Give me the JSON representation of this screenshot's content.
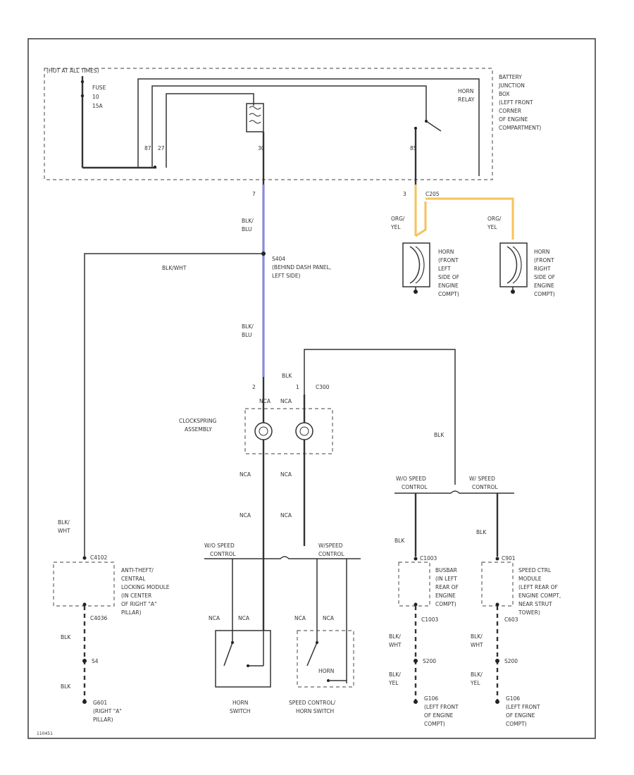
{
  "colors": {
    "frame": "#333333",
    "wire": "#333333",
    "wire_blu": "#8a8ad6",
    "wire_yel": "#f6c25a"
  },
  "labels": {
    "hot_at_all_times": "(HOT AT ALL TIMES)",
    "fuse": [
      "FUSE",
      "10",
      "15A"
    ],
    "horn_relay": [
      "HORN",
      "RELAY"
    ],
    "battery_junction_box": [
      "BATTERY",
      "JUNCTION",
      "BOX",
      "(LEFT FRONT",
      "CORNER",
      "OF ENGINE",
      "COMPARTMENT)"
    ],
    "relay_pin_a": "87",
    "relay_pin_b": "27",
    "relay_pin_c": "30",
    "relay_pin_d": "85",
    "pin_7": "7",
    "pin_3": "3",
    "conn_c205": "C205",
    "wire_blk_blu_1": [
      "BLK/",
      "BLU"
    ],
    "wire_ong_yel_left": [
      "ORG/",
      "YEL"
    ],
    "wire_ong_yel_right": [
      "ORG/",
      "YEL"
    ],
    "horn_left": [
      "HORN",
      "(FRONT",
      "LEFT",
      "SIDE OF",
      "ENGINE",
      "COMPT)"
    ],
    "horn_right": [
      "HORN",
      "(FRONT",
      "RIGHT",
      "SIDE OF",
      "ENGINE",
      "COMPT)"
    ],
    "splice_s404": [
      "S404",
      "(BEHIND DASH PANEL,",
      "LEFT SIDE)"
    ],
    "wire_blk_wht": "BLK/WHT",
    "wire_blk_blu_2": [
      "BLK/",
      "BLU"
    ],
    "pin_2": "2",
    "pin_1": "1",
    "wire_blk_top": "BLK",
    "conn_c300": "C300",
    "nca_1": "NCA",
    "nca_2": "NCA",
    "clockspring": [
      "CLOCKSPRING",
      "ASSEMBLY"
    ],
    "wire_blk_right": "BLK",
    "nca_3": "NCA",
    "nca_4": "NCA",
    "nca_5": "NCA",
    "nca_6": "NCA",
    "wo_speed_control_top": [
      "W/O SPEED",
      "CONTROL"
    ],
    "w_speed_control_top": [
      "W/ SPEED",
      "CONTROL"
    ],
    "wo_speed_control_mid": [
      "W/O SPEED",
      "CONTROL"
    ],
    "w_speed_control_mid": [
      "W/SPEED",
      "CONTROL"
    ],
    "wire_blk_wht_2": [
      "BLK/",
      "WHT"
    ],
    "conn_c4102": "C4102",
    "anti_theft_module": [
      "ANTI-THEFT/",
      "CENTRAL",
      "LOCKING MODULE",
      "(IN CENTER",
      "OF RIGHT \"A\"",
      "PILLAR)"
    ],
    "conn_c4036": "C4036",
    "wire_blk_3": "BLK",
    "pin_s4": "S4",
    "wire_blk_4": "BLK",
    "ground_g601": [
      "G601",
      "(RIGHT \"A\"",
      "PILLAR)"
    ],
    "nca_7": "NCA",
    "nca_8": "NCA",
    "horn_switch": [
      "HORN",
      "SWITCH"
    ],
    "nca_9": "NCA",
    "nca_10": "NCA",
    "horn_inner": "HORN",
    "speed_control_horn_switch": [
      "SPEED CONTROL/",
      "HORN SWITCH"
    ],
    "wire_blk_5": "BLK",
    "wire_blk_6": "BLK",
    "conn_c1003": "C1003",
    "busbar": [
      "BUSBAR",
      "(IN LEFT",
      "REAR OF",
      "ENGINE",
      "COMPT)"
    ],
    "conn_c901": "C901",
    "speed_ctrl_module": [
      "SPEED CTRL",
      "MODULE",
      "(LEFT REAR OF",
      "ENGINE COMPT,",
      "NEAR STRUT",
      "TOWER)"
    ],
    "conn_c1003b": "C1003",
    "conn_c603": "C603",
    "wire_blk_wht_3": [
      "BLK/",
      "WHT"
    ],
    "wire_blk_wht_4": [
      "BLK/",
      "WHT"
    ],
    "splice_s200a": "S200",
    "splice_s200b": "S200",
    "wire_blk_yel_1": [
      "BLK/",
      "YEL"
    ],
    "wire_blk_yel_2": [
      "BLK/",
      "YEL"
    ],
    "ground_g106_a": [
      "G106",
      "(LEFT FRONT",
      "OF ENGINE",
      "COMPT)"
    ],
    "ground_g106_b": [
      "G106",
      "(LEFT FRONT",
      "OF ENGINE",
      "COMPT)"
    ],
    "footer_code": "110451"
  }
}
